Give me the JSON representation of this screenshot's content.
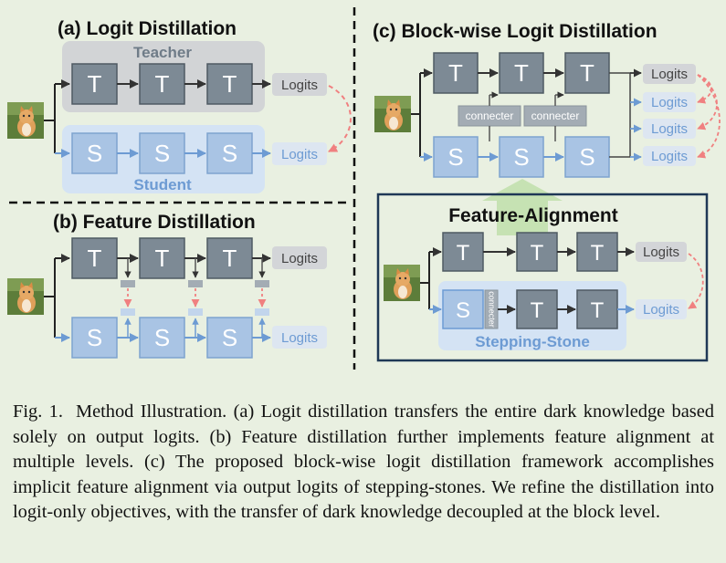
{
  "panels": {
    "a": {
      "title": "(a) Logit Distillation",
      "teacher_label": "Teacher",
      "student_label": "Student",
      "teacher_logits": "Logits",
      "student_logits": "Logits"
    },
    "b": {
      "title": "(b) Feature Distillation",
      "teacher_logits": "Logits",
      "student_logits": "Logits"
    },
    "c": {
      "title": "(c) Block-wise Logit Distillation",
      "connecter_1": "connecter",
      "connecter_2": "connecter",
      "logits_1": "Logits",
      "logits_2": "Logits",
      "logits_3": "Logits",
      "logits_4": "Logits",
      "feature_alignment_title": "Feature-Alignment",
      "inset_teacher_logits": "Logits",
      "inset_stone_logits": "Logits",
      "inset_connecter": "connecter",
      "stepping_stone_label": "Stepping-Stone"
    }
  },
  "blocks": {
    "teacher": "T",
    "student": "S"
  },
  "caption": {
    "label": "Fig. 1.",
    "text": "Method Illustration. (a) Logit distillation transfers the entire dark knowledge based solely on output logits. (b) Feature distillation further implements feature alignment at multiple levels. (c) The proposed block-wise logit distillation framework accomplishes implicit feature alignment via output logits of stepping-stones. We refine the distillation into logit-only objectives, with the transfer of dark knowledge decoupled at the block level."
  },
  "colors": {
    "background": "#e9f0e1",
    "teacher_block": "#7d8a95",
    "student_block": "#a9c4e4",
    "logits_box": "#d3d5d8",
    "distill_arrow": "#f08080",
    "inset_border": "#1f3856",
    "green_arrow": "#c6e2b3"
  }
}
